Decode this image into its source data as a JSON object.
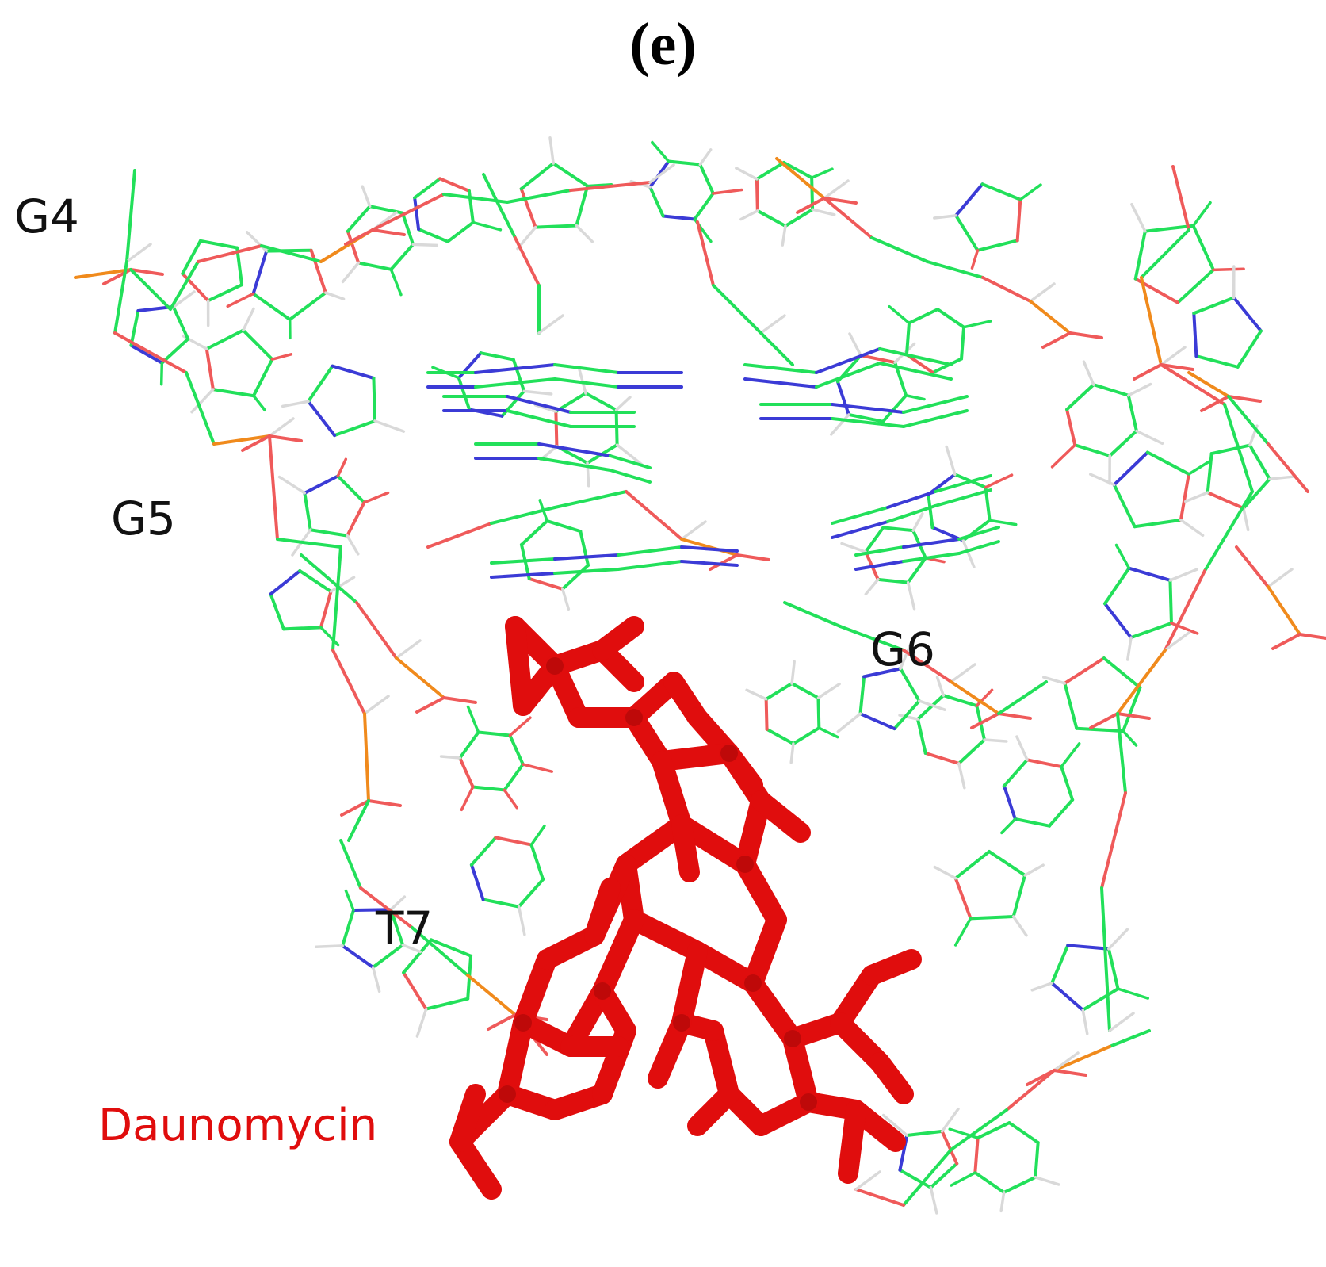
{
  "figure": {
    "panel_label": "(e)"
  },
  "labels": {
    "g4": "G4",
    "g5": "G5",
    "g6": "G6",
    "t7": "T7",
    "ligand": "Daunomycin"
  },
  "colors": {
    "carbon": "#22e05a",
    "nitrogen": "#3b3bd6",
    "oxygen": "#ef5a5a",
    "phosphorus": "#f08a1c",
    "hydrogen": "#d9d9d9",
    "ligand": "#e00d0d",
    "ligand_shade": "#a30808",
    "text": "#111111"
  }
}
